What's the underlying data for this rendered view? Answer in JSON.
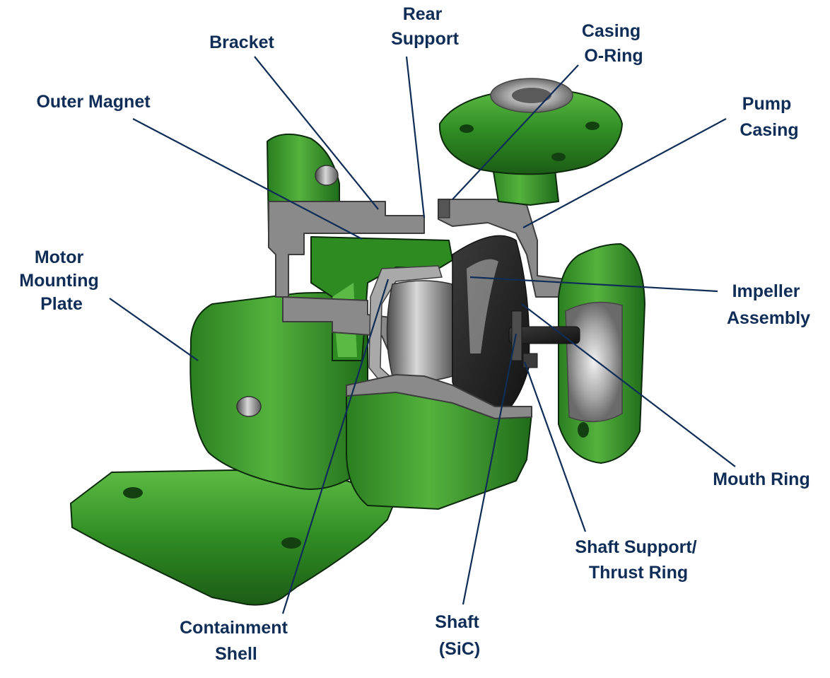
{
  "palette": {
    "label": "#0f2d57",
    "green_dark": "#1f6b1a",
    "green_mid": "#2f8c23",
    "green_light": "#55b53f",
    "metal_cut": "#8a8a8a",
    "metal_light": "#c8c8c8",
    "black_part": "#262626"
  },
  "labels": {
    "rear_support": [
      "Rear",
      "Support"
    ],
    "casing_o_ring": [
      "Casing",
      "O-Ring"
    ],
    "bracket": [
      "Bracket"
    ],
    "outer_magnet": [
      "Outer Magnet"
    ],
    "pump_casing": [
      "Pump",
      "Casing"
    ],
    "motor_mounting_plate": [
      "Motor",
      "Mounting",
      "Plate"
    ],
    "impeller_assembly": [
      "Impeller",
      "Assembly"
    ],
    "mouth_ring": [
      "Mouth Ring"
    ],
    "shaft_support": [
      "Shaft Support/",
      "Thrust Ring"
    ],
    "containment_shell": [
      "Containment",
      "Shell"
    ],
    "shaft": [
      "Shaft",
      "(SiC)"
    ]
  }
}
